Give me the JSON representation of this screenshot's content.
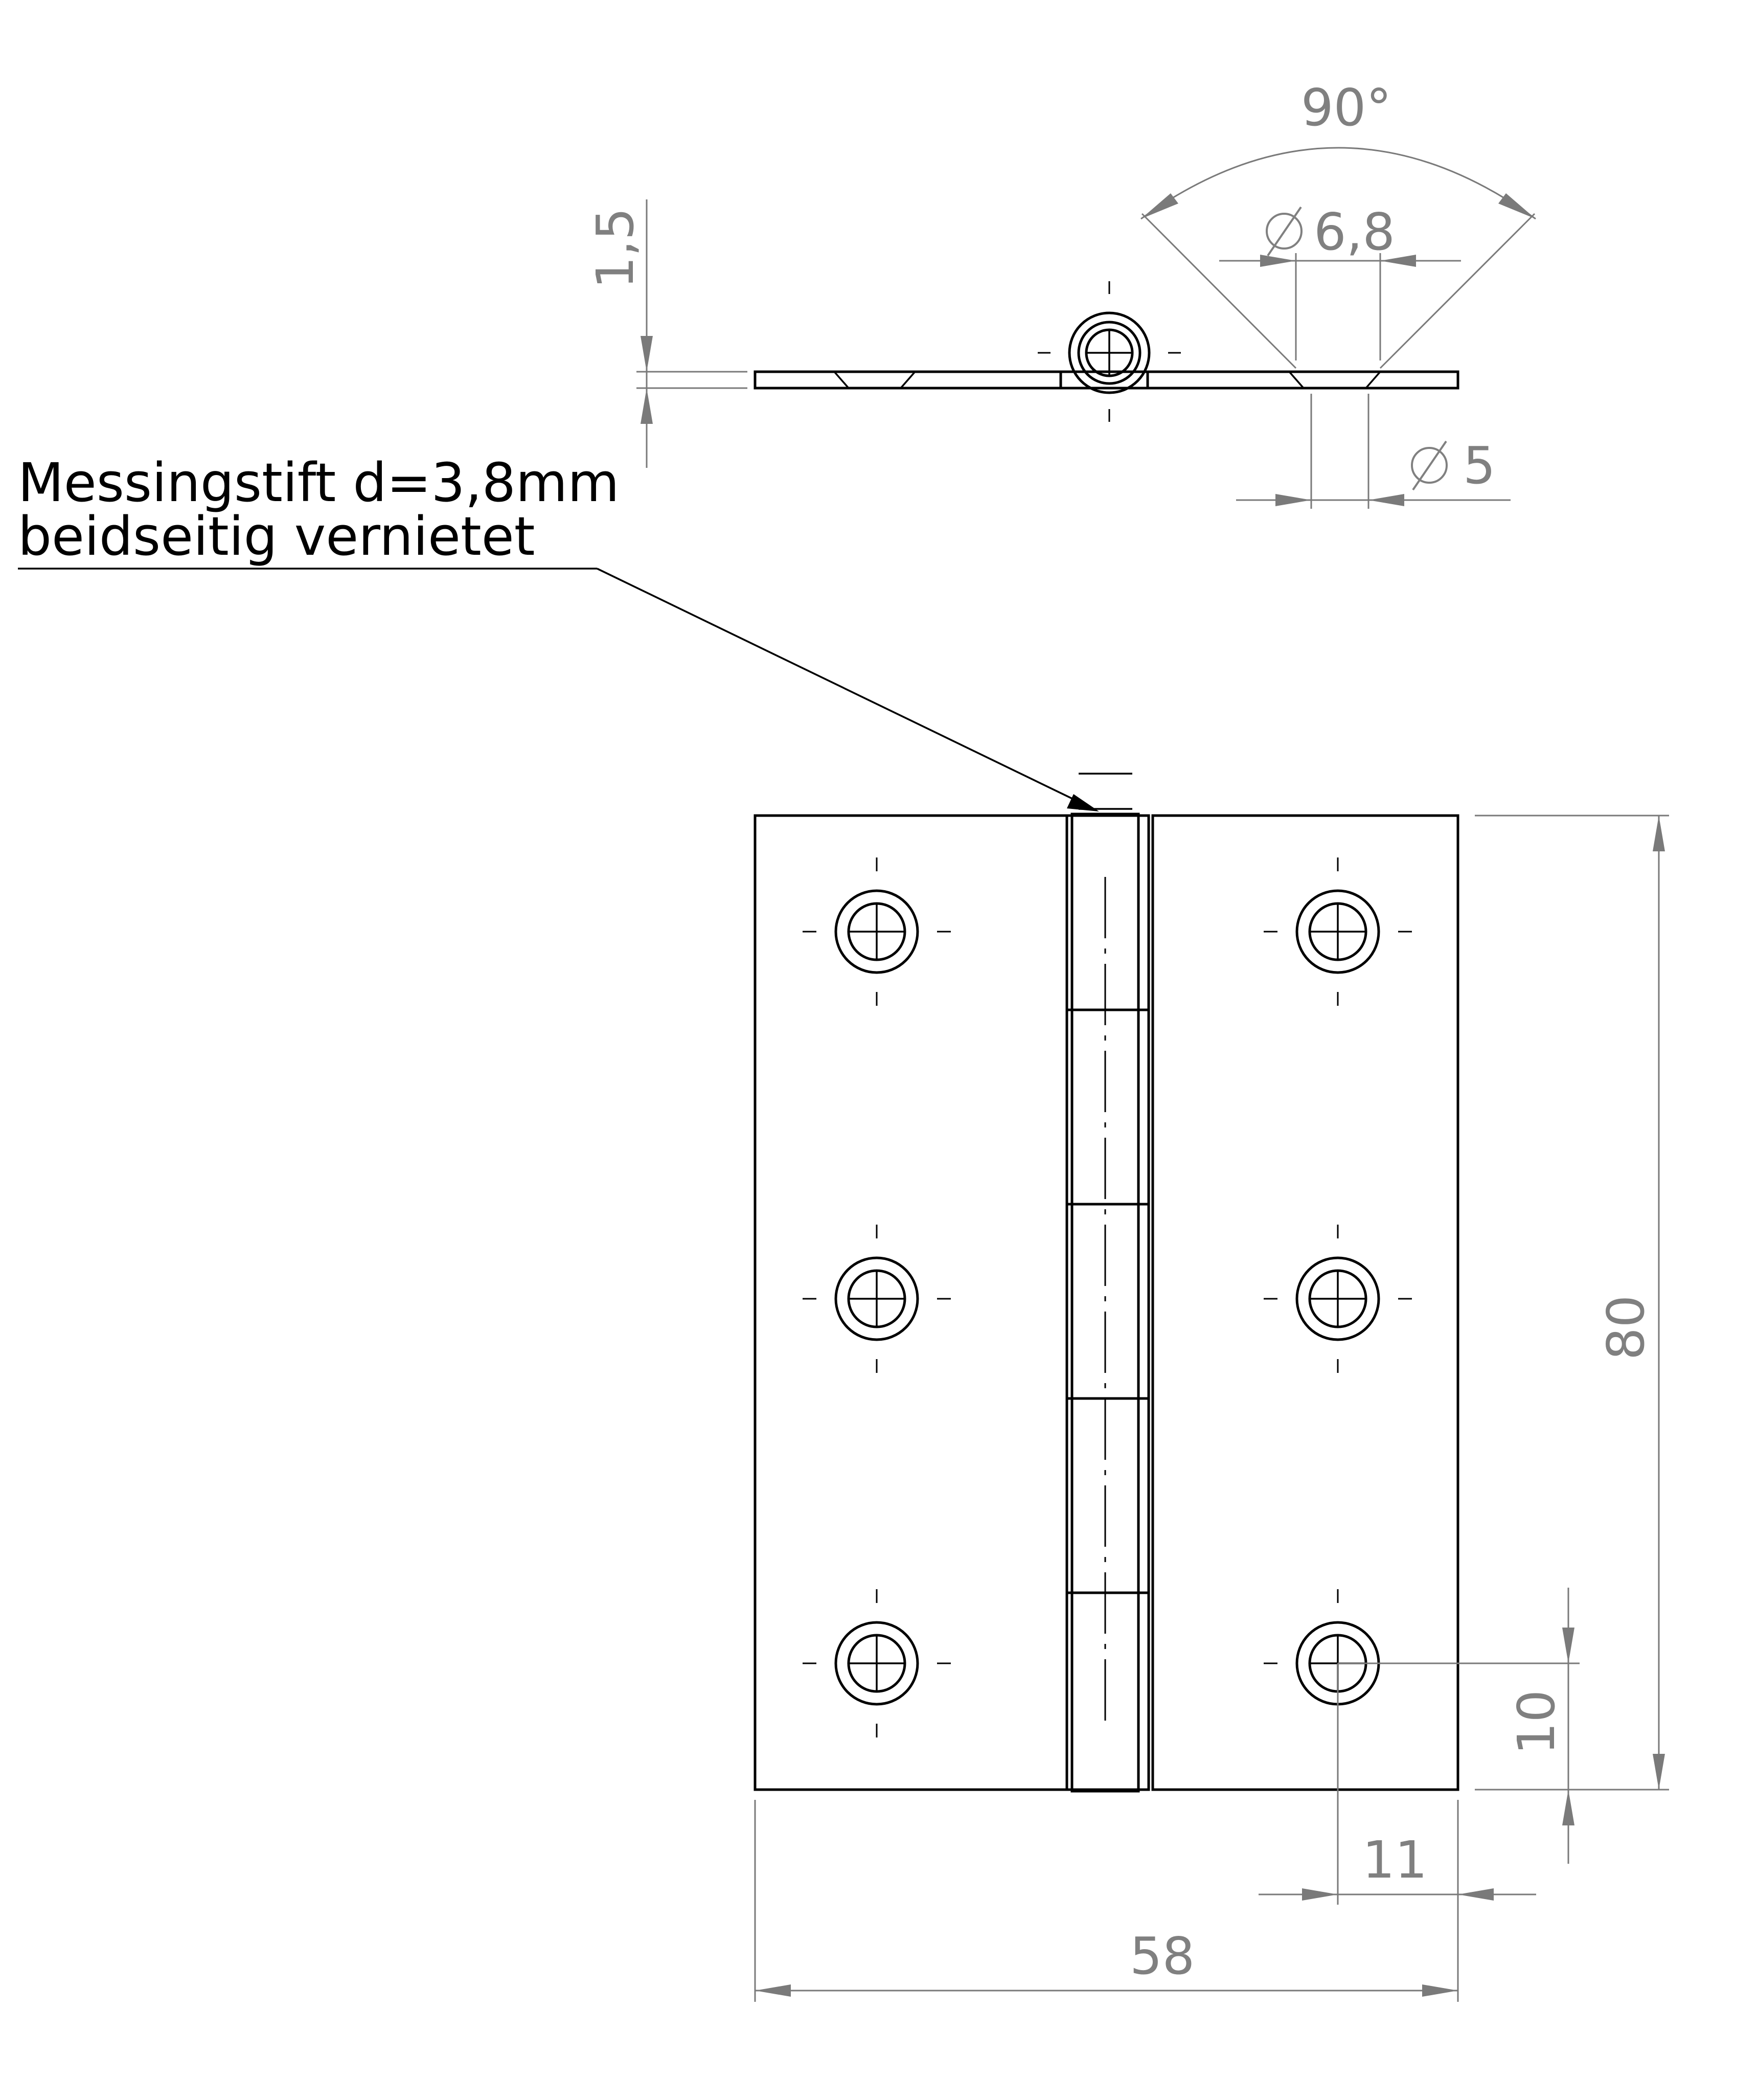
{
  "note": {
    "line1": "Messingstift d=3,8mm",
    "line2": "beidseitig vernietet"
  },
  "dimensions": {
    "angle": "90°",
    "countersink_diameter": "6,8",
    "hole_diameter": "5",
    "thickness": "1,5",
    "height": "80",
    "width": "58",
    "hole_offset_bottom": "10",
    "hole_offset_side": "11"
  },
  "symbols": {
    "diameter": "diameter-symbol"
  },
  "colors": {
    "part_lines": "#000000",
    "dimension_lines": "#7a7a7a",
    "background": "#ffffff"
  }
}
